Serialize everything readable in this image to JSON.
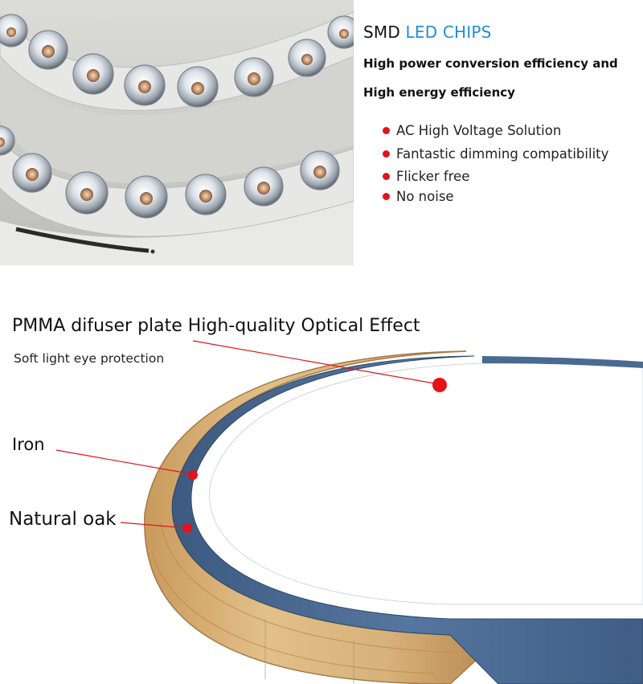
{
  "smd": {
    "title_prefix": "SMD",
    "title_accent": "LED CHIPS",
    "line1": "High power conversion efficiency and",
    "line2": "High energy efficiency",
    "bullets": [
      "AC High Voltage Solution",
      "Fantastic dimming compatibility",
      "Flicker free",
      "No noise"
    ]
  },
  "materials": {
    "pmma_title": "PMMA difuser plate High-quality Optical Effect",
    "pmma_subtitle": "Soft light eye protection",
    "iron_label": "Iron",
    "oak_label": "Natural oak"
  },
  "colors": {
    "accent_blue": "#1f8fd6",
    "bullet_red": "#e2141a",
    "frame_blue": "#4a6a92",
    "oak": "#d8b47a"
  }
}
